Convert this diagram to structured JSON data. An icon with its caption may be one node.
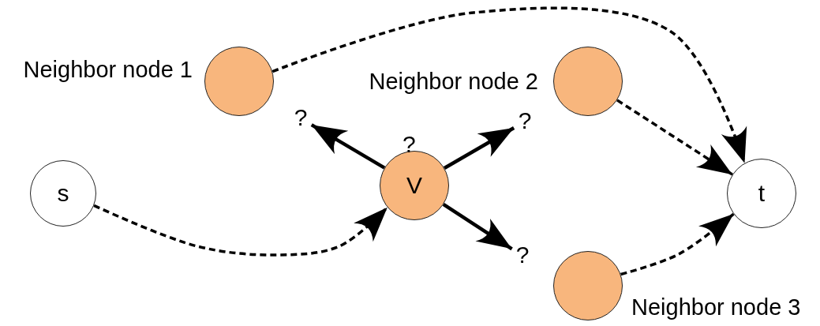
{
  "diagram": {
    "nodes": [
      {
        "text": [
          "Neighbor node 1"
        ]
      },
      {
        "text": [
          "Neighbor node 2"
        ]
      },
      {
        "text": [
          "?"
        ]
      },
      {
        "text": [
          "?"
        ]
      },
      {
        "text": [
          "s"
        ]
      },
      {
        "text": [
          "V"
        ]
      },
      {
        "text": [
          "t"
        ]
      },
      {
        "text": [
          "?"
        ]
      },
      {
        "text": [
          "Neighbor node 3"
        ]
      }
    ],
    "edges": [
      {
        "from": 4,
        "to": 5,
        "arrow": "to",
        "style": "dashed"
      },
      {
        "from": 0,
        "to": 6,
        "arrow": "to",
        "style": "dashed"
      },
      {
        "from": 1,
        "to": 6,
        "arrow": "to",
        "style": "dashed"
      },
      {
        "from": 8,
        "to": 6,
        "arrow": "to",
        "style": "dashed"
      },
      {
        "from": 5,
        "to": 2,
        "arrow": "to"
      },
      {
        "from": 5,
        "to": 3,
        "arrow": "to"
      },
      {
        "from": 5,
        "to": 7,
        "arrow": "to"
      }
    ],
    "labels": [
      "?"
    ]
  }
}
